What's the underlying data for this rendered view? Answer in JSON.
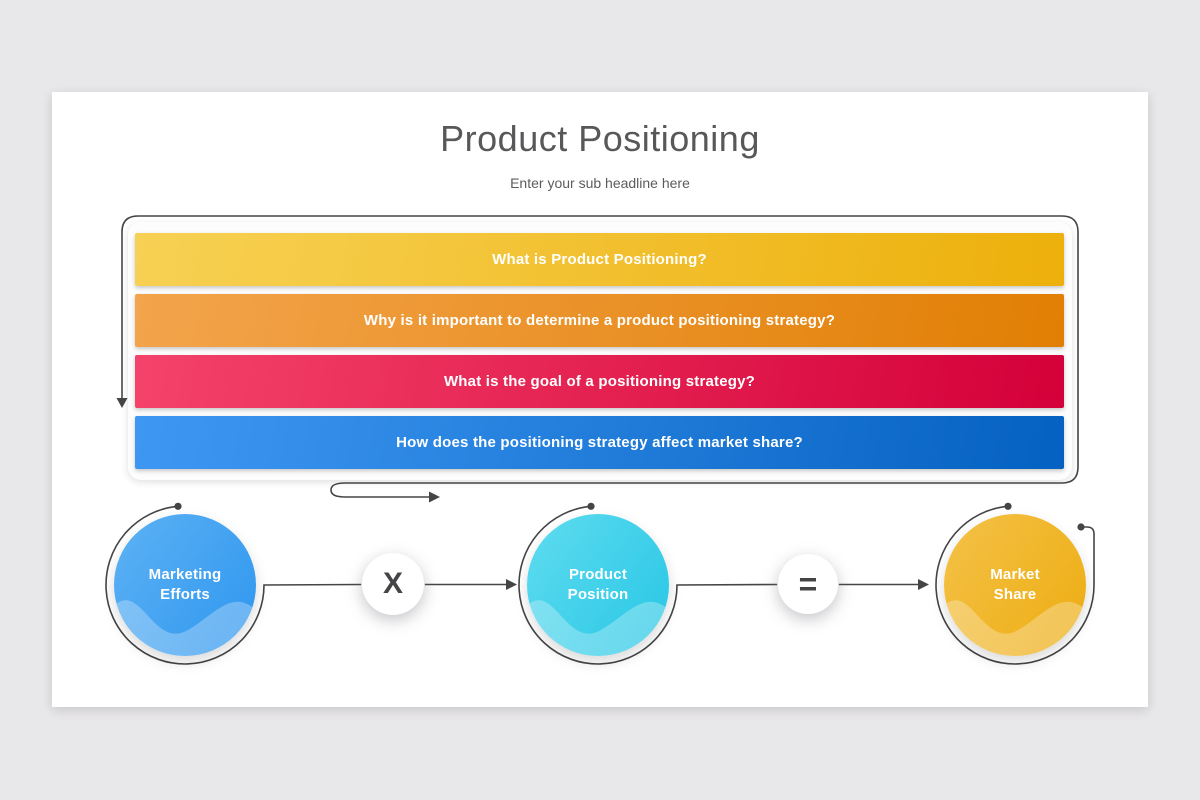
{
  "slide": {
    "title": "Product Positioning",
    "subtitle": "Enter your sub headline here",
    "background": "#ffffff",
    "page_background": "#e8e7e9"
  },
  "questions": {
    "items": [
      {
        "label": "What is Product Positioning?",
        "color_from": "#f7d154",
        "color_to": "#edb00b"
      },
      {
        "label": "Why is it important to determine a product positioning strategy?",
        "color_from": "#f3a44c",
        "color_to": "#e17f04"
      },
      {
        "label": "What is the goal of a positioning strategy?",
        "color_from": "#f4436a",
        "color_to": "#d40039"
      },
      {
        "label": "How does the positioning strategy affect market share?",
        "color_from": "#3e98f3",
        "color_to": "#0561c1"
      }
    ]
  },
  "formula": {
    "circles": [
      {
        "label": "Marketing\nEfforts",
        "color_from": "#5db2f4",
        "color_to": "#2e96ef"
      },
      {
        "label": "Product\nPosition",
        "color_from": "#5fdcf0",
        "color_to": "#27c6e5"
      },
      {
        "label": "Market\nShare",
        "color_from": "#f4c248",
        "color_to": "#edac10"
      }
    ],
    "operators": [
      {
        "symbol": "X"
      },
      {
        "symbol": "="
      }
    ],
    "line_color": "#3f3f3f"
  }
}
